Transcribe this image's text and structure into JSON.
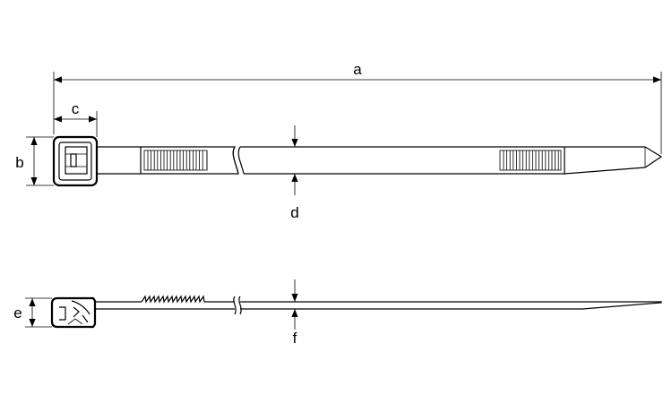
{
  "dimension_labels": {
    "a": "a",
    "b": "b",
    "c": "c",
    "d": "d",
    "e": "e",
    "f": "f"
  },
  "colors": {
    "line": "#000000",
    "background": "#ffffff"
  }
}
